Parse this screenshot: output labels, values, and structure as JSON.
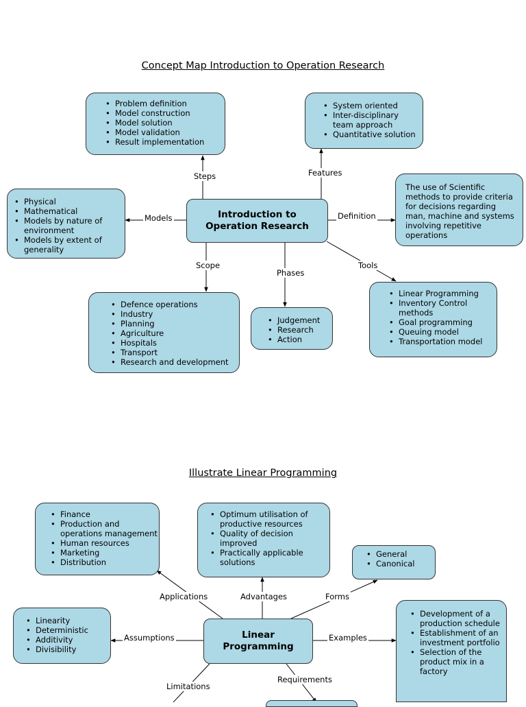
{
  "map1": {
    "title": "Concept Map Introduction to Operation Research",
    "center": "Introduction to Operation Research",
    "links": {
      "steps": "Steps",
      "features": "Features",
      "models": "Models",
      "definition": "Definition",
      "scope": "Scope",
      "phases": "Phases",
      "tools": "Tools"
    },
    "steps_items": [
      "Problem definition",
      "Model construction",
      "Model solution",
      "Model validation",
      "Result implementation"
    ],
    "features_items": [
      "System oriented",
      "Inter-disciplinary team approach",
      "Quantitative solution"
    ],
    "models_items": [
      "Physical",
      "Mathematical",
      "Models by nature of environment",
      "Models by extent of generality"
    ],
    "definition_text": "The use of Scientific methods to provide criteria for decisions regarding man, machine and systems involving repetitive operations",
    "scope_items": [
      "Defence operations",
      "Industry",
      "Planning",
      "Agriculture",
      "Hospitals",
      "Transport",
      "Research and development"
    ],
    "phases_items": [
      "Judgement",
      "Research",
      "Action"
    ],
    "tools_items": [
      "Linear Programming",
      "Inventory Control methods",
      "Goal programming",
      "Queuing model",
      "Transportation model"
    ]
  },
  "map2": {
    "title": "Illustrate Linear Programming",
    "center": "Linear Programming",
    "links": {
      "applications": "Applications",
      "advantages": "Advantages",
      "forms": "Forms",
      "assumptions": "Assumptions",
      "examples": "Examples",
      "limitations": "Limitations",
      "requirements": "Requirements"
    },
    "applications_items": [
      "Finance",
      "Production and operations management",
      "Human resources",
      "Marketing",
      "Distribution"
    ],
    "advantages_items": [
      "Optimum utilisation of productive resources",
      "Quality of decision improved",
      "Practically applicable solutions"
    ],
    "forms_items": [
      "General",
      "Canonical"
    ],
    "assumptions_items": [
      "Linearity",
      "Deterministic",
      "Additivity",
      "Divisibility"
    ],
    "examples_items": [
      "Development of a production schedule",
      "Establishment of an investment portfolio",
      "Selection of the product mix in a factory"
    ]
  }
}
